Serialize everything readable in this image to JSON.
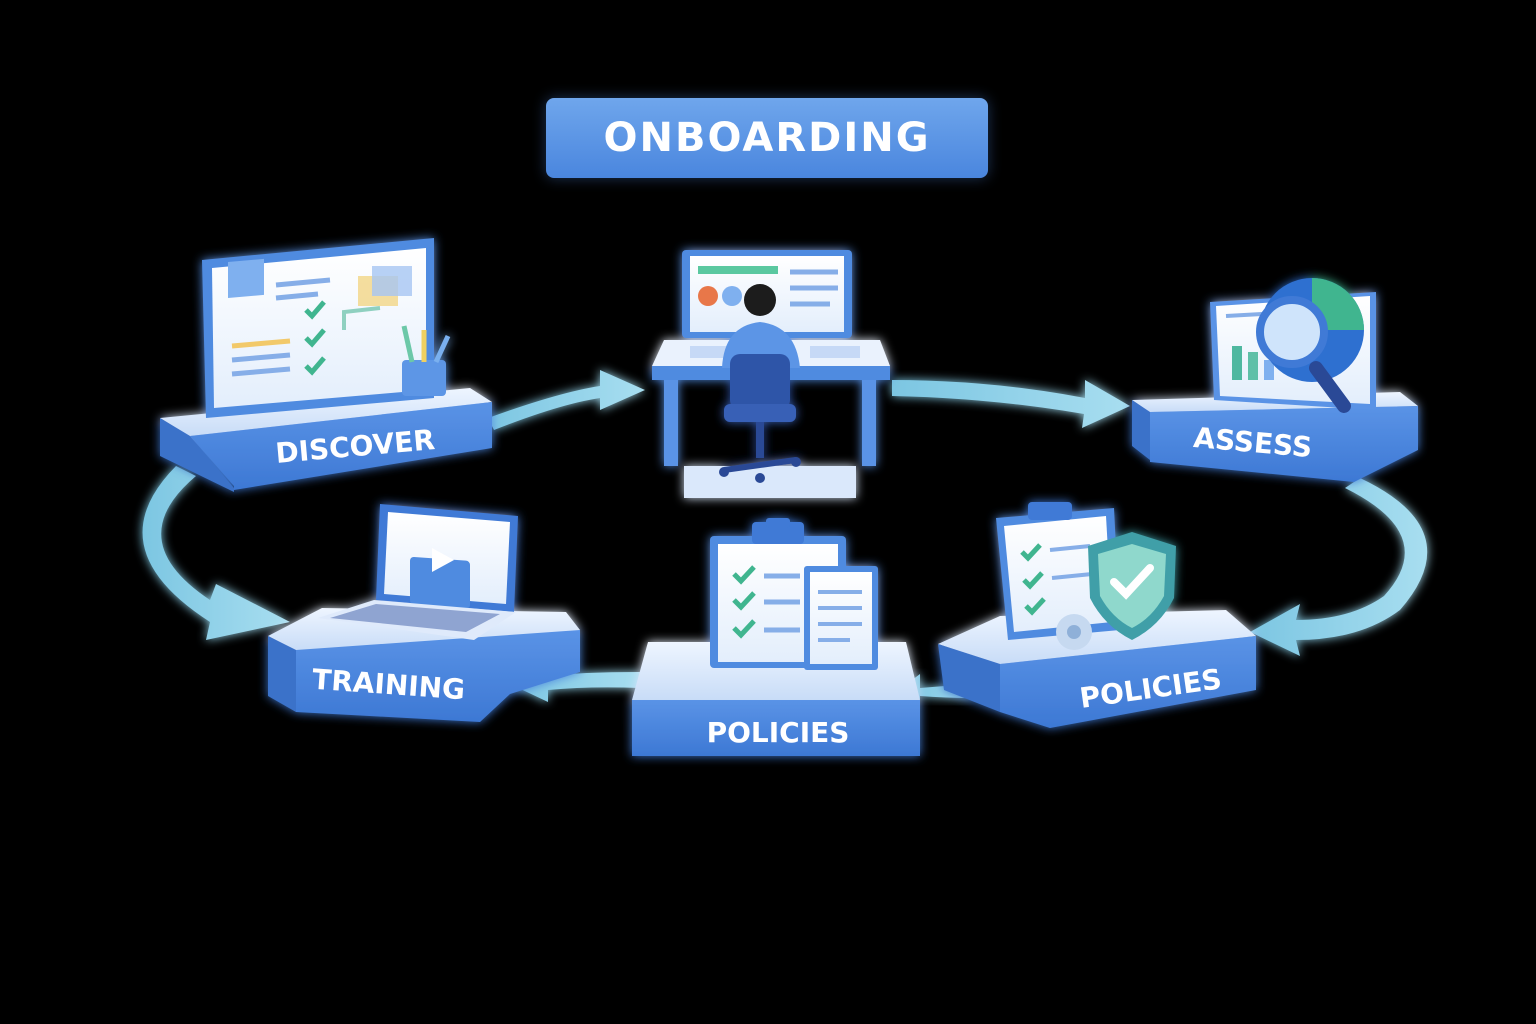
{
  "title": "ONBOARDING",
  "stages": [
    {
      "id": "discover",
      "label": "DISCOVER"
    },
    {
      "id": "assess",
      "label": "ASSESS"
    },
    {
      "id": "training",
      "label": "TRAINING"
    },
    {
      "id": "policies-center",
      "label": "POLICIES"
    },
    {
      "id": "policies-right",
      "label": "POLICIES"
    }
  ],
  "colors": {
    "background": "#000000",
    "platform_top": "#d6e6fb",
    "platform_front": "#4a86de",
    "arrow": "#8fd0e6",
    "check": "#3fb58f",
    "title_bg": "#5b95e6"
  }
}
